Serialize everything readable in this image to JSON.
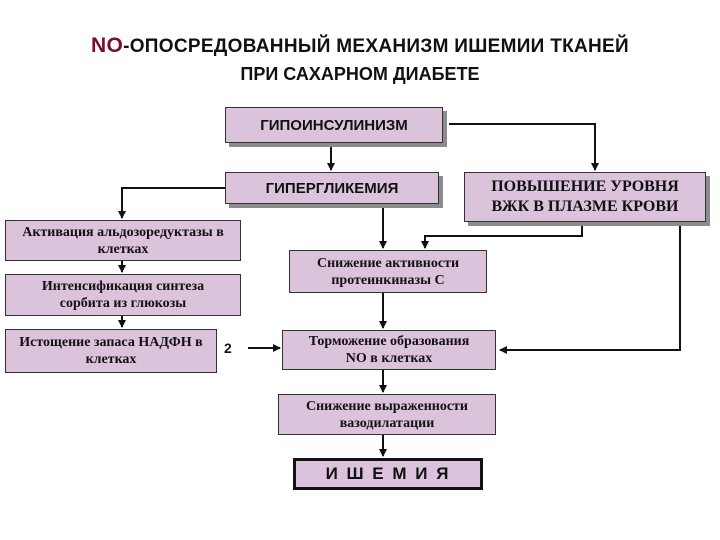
{
  "title": {
    "prefix": "NO",
    "line1": "-ОПОСРЕДОВАННЫЙ  МЕХАНИЗМ  ИШЕМИИ  ТКАНЕЙ",
    "line2": "ПРИ  САХАРНОМ  ДИАБЕТЕ"
  },
  "nodes": {
    "hypoinsulinism": "ГИПОИНСУЛИНИЗМ",
    "hyperglycemia": "ГИПЕРГЛИКЕМИЯ",
    "ffa_increase": "ПОВЫШЕНИЕ УРОВНЯ ВЖК В ПЛАЗМЕ КРОВИ",
    "aldose_reductase": "Активация альдозоредуктазы в клетках",
    "sorbitol_synthesis": "Интенсификация синтеза сорбита из глюкозы",
    "nadph_depletion": "Истощение запаса НАДФН в клетках",
    "pkc_decrease": "Снижение активности протеинкиназы С",
    "no_inhibition": "Торможение образования NO  в клетках",
    "vasodilation_decrease": "Снижение выраженности вазодилатации",
    "ischemia": "И Ш Е М И Я"
  },
  "side_label": "2",
  "colors": {
    "box_fill": "#dcc3dc",
    "title_accent": "#7a0f2a"
  }
}
